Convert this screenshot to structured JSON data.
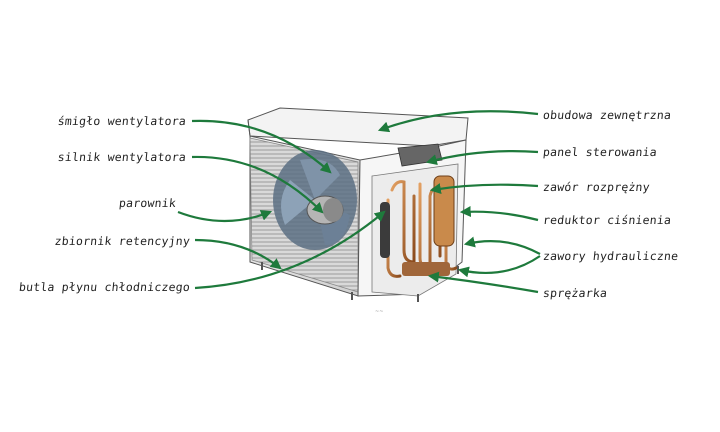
{
  "diagram": {
    "labels_left": [
      "śmigło wentylatora",
      "silnik wentylatora",
      "parownik",
      "zbiornik retencyjny",
      "butla płynu chłodniczego"
    ],
    "labels_right": [
      "obudowa zewnętrzna",
      "panel sterowania",
      "zawór rozprężny",
      "reduktor ciśnienia",
      "zawory hydrauliczne",
      "sprężarka"
    ],
    "colors": {
      "arrow": "#1e7a3c",
      "unit_body": "#e9e9e9",
      "copper": "#b86a2c",
      "outline": "#333333"
    }
  }
}
